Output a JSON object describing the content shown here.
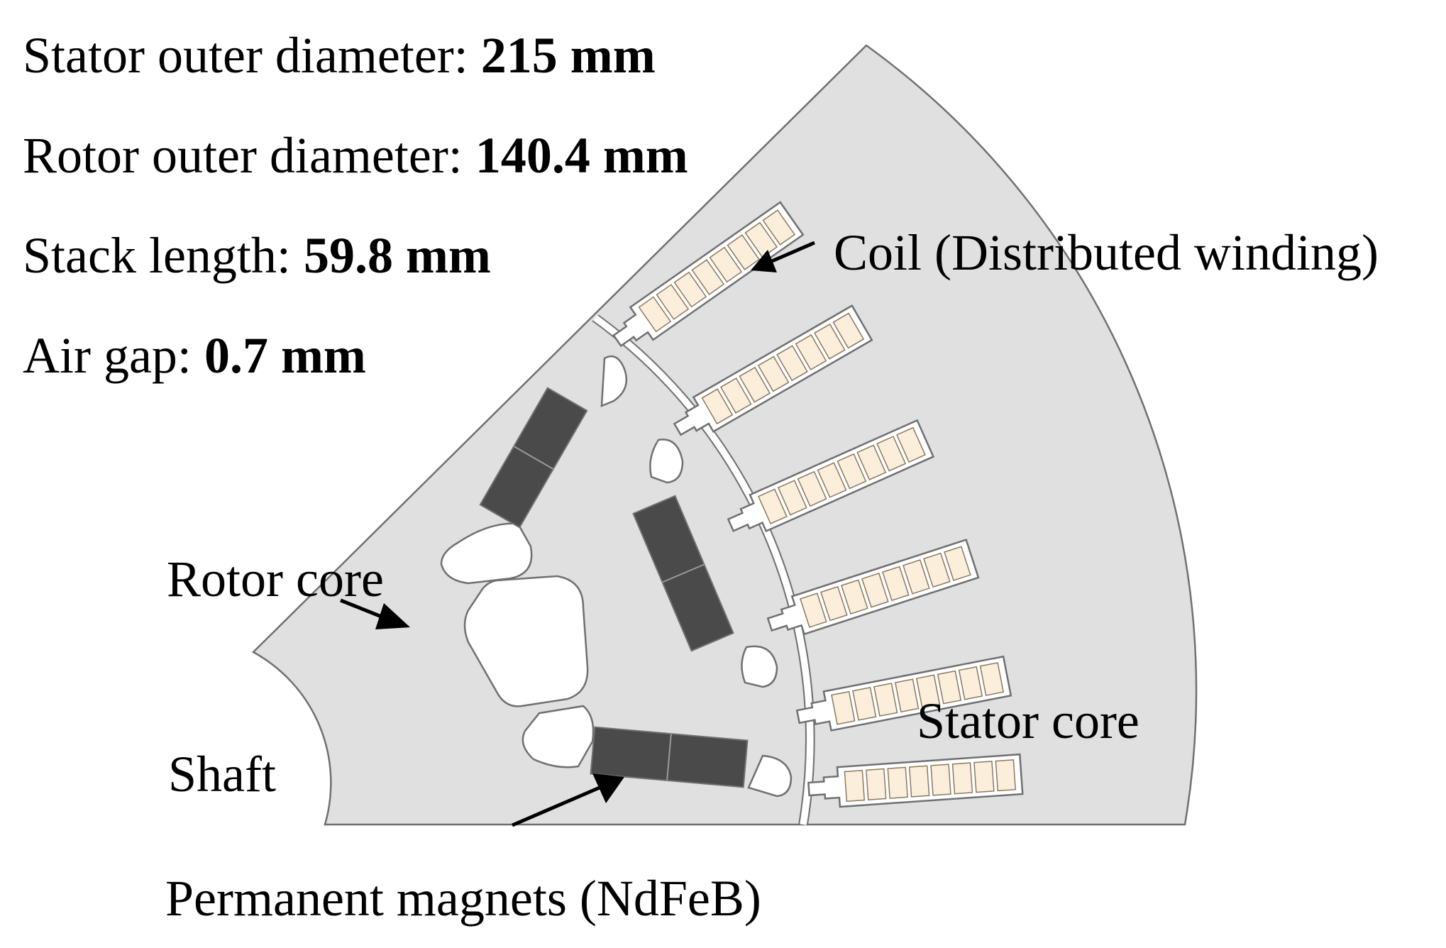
{
  "specs": [
    {
      "label": "Stator outer diameter: ",
      "value": "215 mm"
    },
    {
      "label": "Rotor outer diameter: ",
      "value": "140.4 mm"
    },
    {
      "label": "Stack length: ",
      "value": "59.8 mm"
    },
    {
      "label": "Air gap: ",
      "value": "0.7 mm"
    }
  ],
  "labels": {
    "coil": "Coil (Distributed winding)",
    "rotor_core": "Rotor core",
    "shaft": "Shaft",
    "stator_core": "Stator core",
    "magnets": "Permanent magnets (NdFeB)"
  },
  "colors": {
    "core_fill": "#e0e0e0",
    "outline": "#707070",
    "magnet_fill": "#4a4a4a",
    "coil_fill": "#fbefdc",
    "coil_outline": "#8a7a60",
    "arrow": "#000000"
  }
}
